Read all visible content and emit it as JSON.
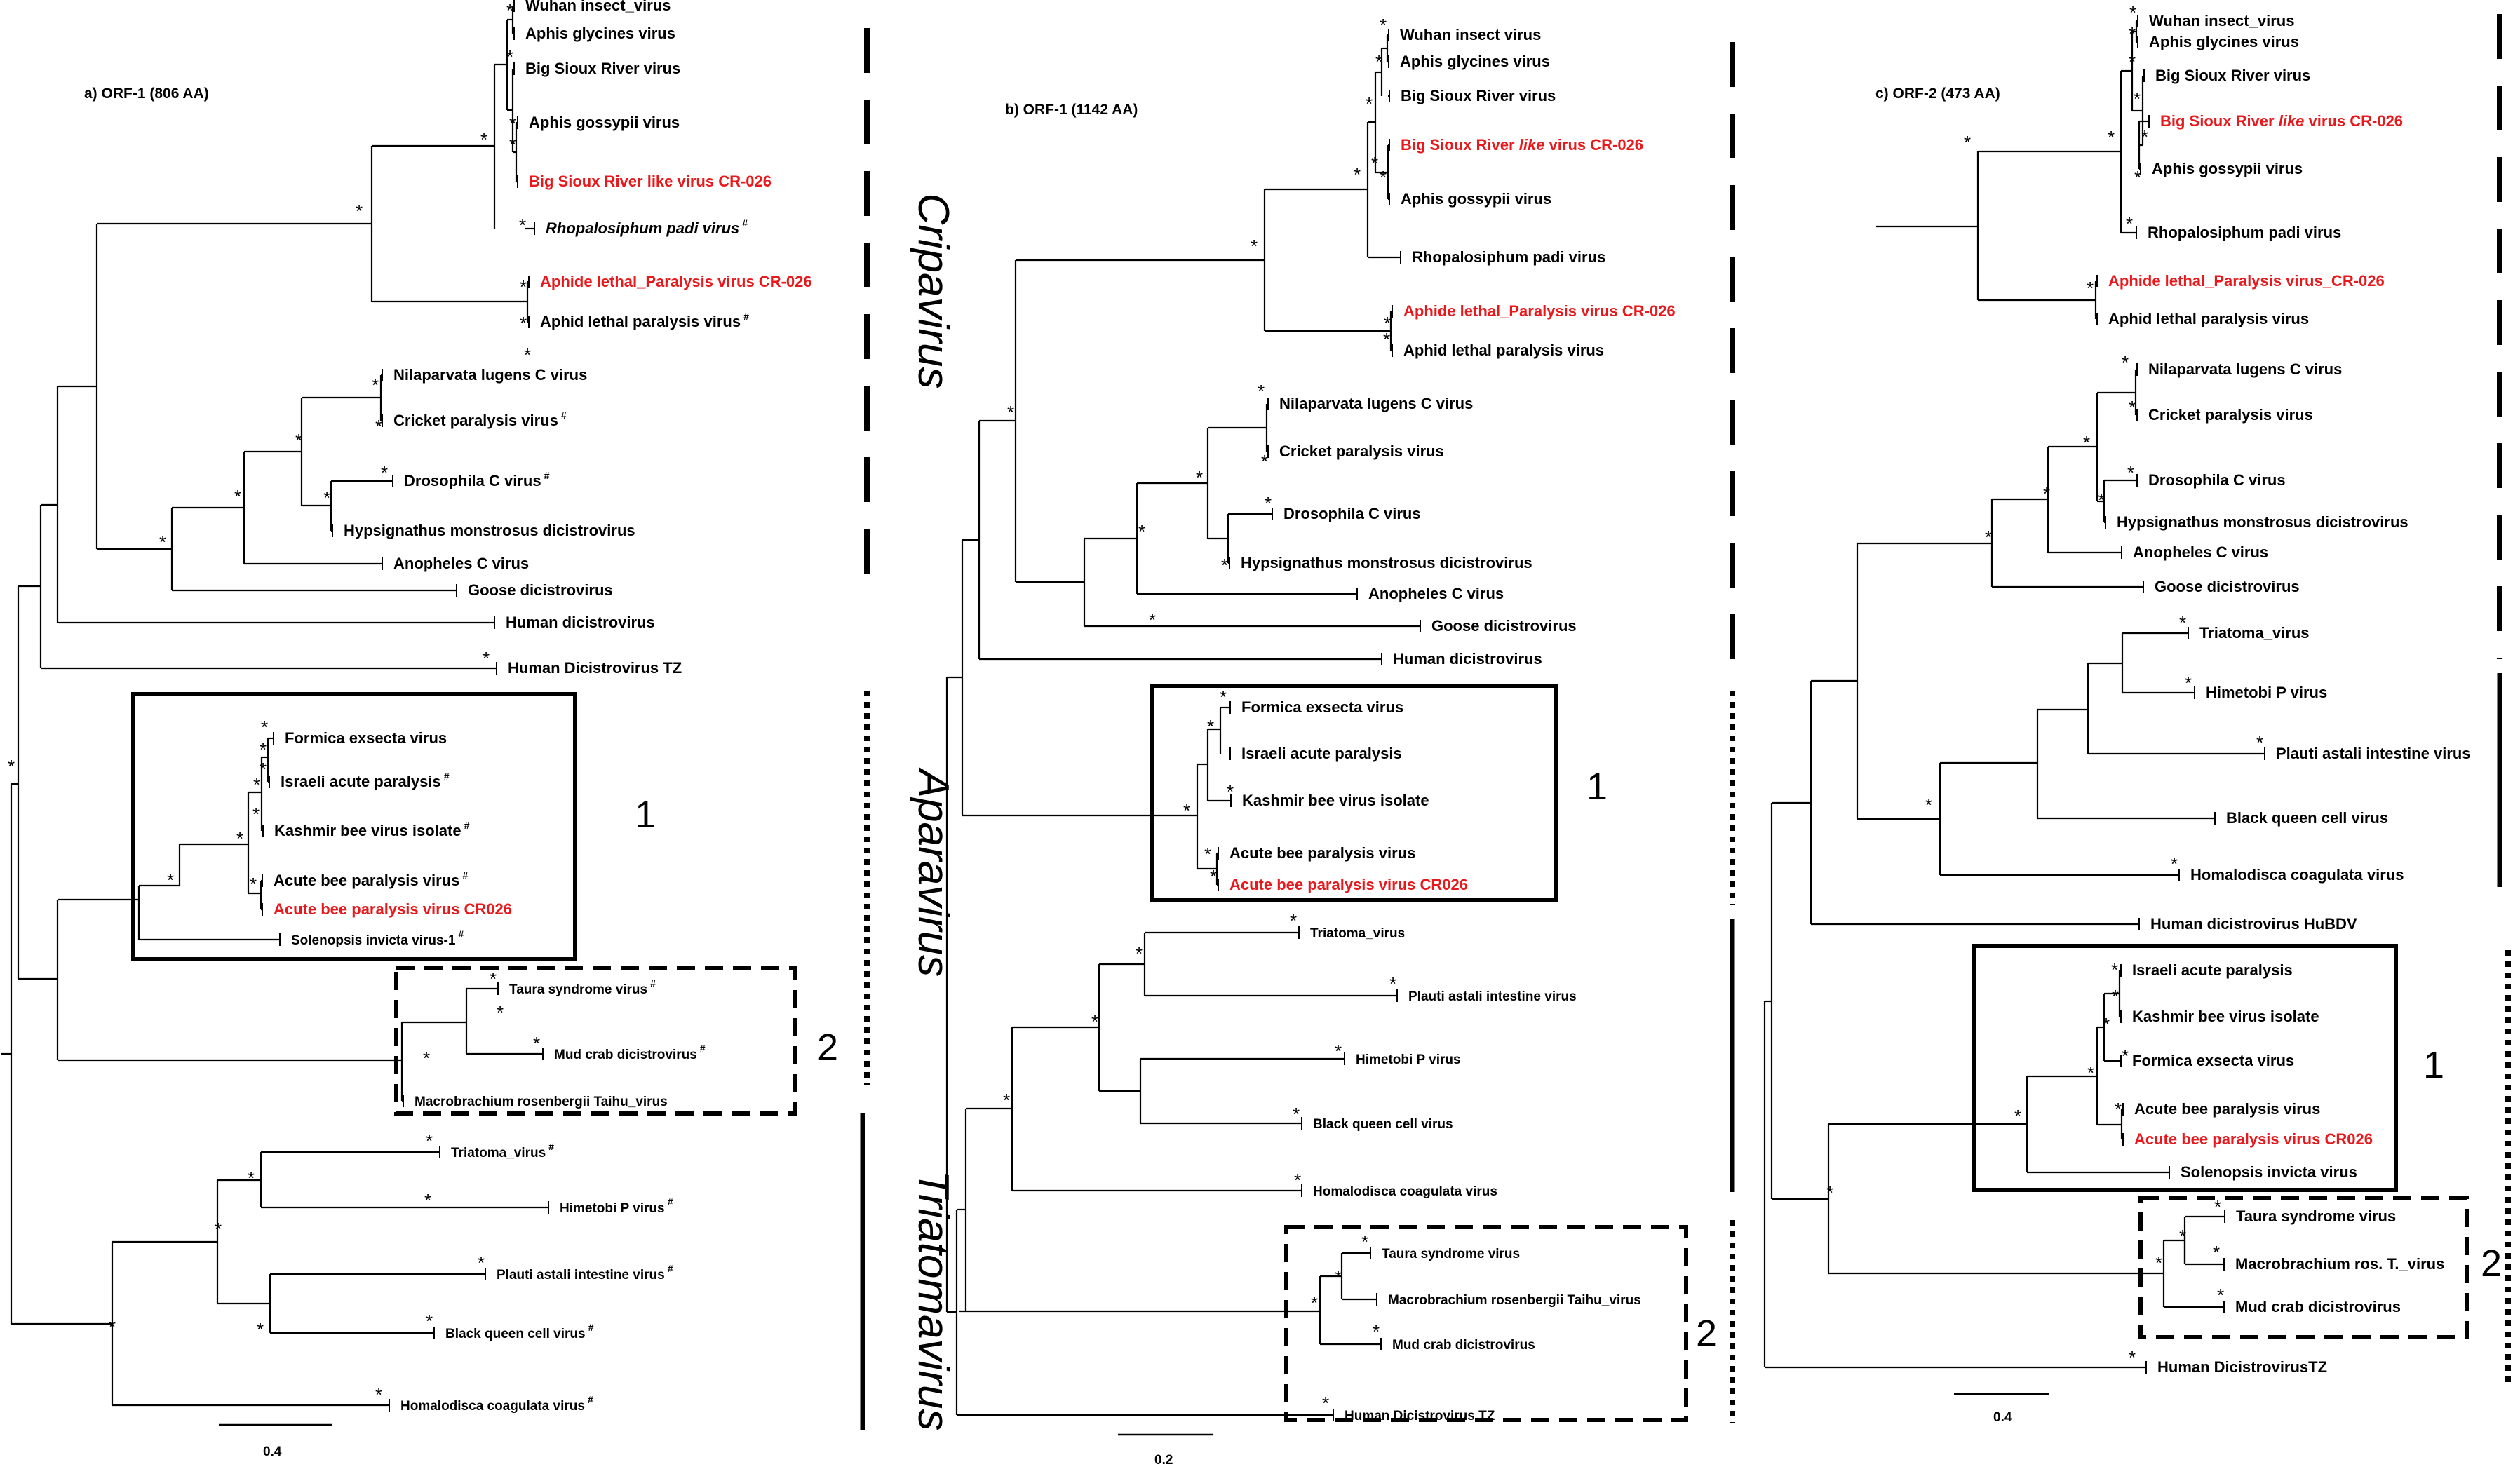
{
  "panels": [
    {
      "id": "a",
      "title": "a) ORF-1 (806 AA)",
      "scale": "0.4",
      "cluster1": "1",
      "cluster2": "2",
      "taxa": [
        {
          "name": "Wuhan insect_virus",
          "red": false
        },
        {
          "name": "Aphis glycines virus",
          "red": false
        },
        {
          "name": "Big Sioux River virus",
          "red": false
        },
        {
          "name": "Aphis gossypii virus",
          "red": false
        },
        {
          "name": "Big Sioux River like virus CR-026",
          "red": true
        },
        {
          "name": "Rhopalosiphum padi virus",
          "red": false,
          "italic": true,
          "hash": true
        },
        {
          "name": "Aphide lethal_Paralysis virus CR-026",
          "red": true
        },
        {
          "name": "Aphid lethal paralysis virus",
          "red": false,
          "hash": true
        },
        {
          "name": "Nilaparvata lugens C virus",
          "red": false
        },
        {
          "name": "Cricket paralysis virus",
          "red": false,
          "hash": true
        },
        {
          "name": "Drosophila C virus",
          "red": false,
          "hash": true
        },
        {
          "name": "Hypsignathus monstrosus dicistrovirus",
          "red": false
        },
        {
          "name": "Anopheles C virus",
          "red": false
        },
        {
          "name": "Goose dicistrovirus",
          "red": false
        },
        {
          "name": "Human dicistrovirus",
          "red": false
        },
        {
          "name": "Human Dicistrovirus TZ",
          "red": false
        },
        {
          "name": "Formica exsecta virus",
          "red": false
        },
        {
          "name": "Israeli acute paralysis",
          "red": false,
          "hash": true
        },
        {
          "name": "Kashmir bee virus isolate",
          "red": false,
          "hash": true
        },
        {
          "name": "Acute bee paralysis virus",
          "red": false,
          "hash": true
        },
        {
          "name": "Acute bee paralysis virus CR026",
          "red": true
        },
        {
          "name": "Solenopsis invicta virus-1",
          "red": false,
          "hash": true,
          "small": true
        },
        {
          "name": "Taura syndrome virus",
          "red": false,
          "hash": true,
          "small": true
        },
        {
          "name": "Mud crab dicistrovirus",
          "red": false,
          "hash": true,
          "small": true
        },
        {
          "name": "Macrobrachium rosenbergii Taihu_virus",
          "red": false,
          "small": true
        },
        {
          "name": "Triatoma_virus",
          "red": false,
          "hash": true,
          "small": true
        },
        {
          "name": "Himetobi P virus",
          "red": false,
          "hash": true,
          "small": true
        },
        {
          "name": "Plauti astali intestine virus",
          "red": false,
          "hash": true,
          "small": true
        },
        {
          "name": "Black queen cell virus",
          "red": false,
          "hash": true,
          "small": true
        },
        {
          "name": "Homalodisca coagulata virus",
          "red": false,
          "hash": true,
          "small": true
        }
      ]
    },
    {
      "id": "b",
      "title": "b) ORF-1 (1142 AA)",
      "scale": "0.2",
      "cluster1": "1",
      "cluster2": "2",
      "taxa": [
        {
          "name": "Wuhan insect virus",
          "red": false
        },
        {
          "name": "Aphis glycines virus",
          "red": false
        },
        {
          "name": "Big Sioux River virus",
          "red": false
        },
        {
          "name": "Big Sioux River like virus CR-026",
          "red": true,
          "italicPart": "like"
        },
        {
          "name": "Aphis gossypii virus",
          "red": false
        },
        {
          "name": "Rhopalosiphum padi virus",
          "red": false
        },
        {
          "name": "Aphide lethal_Paralysis virus CR-026",
          "red": true
        },
        {
          "name": "Aphid lethal paralysis virus",
          "red": false
        },
        {
          "name": "Nilaparvata lugens C virus",
          "red": false
        },
        {
          "name": "Cricket paralysis virus",
          "red": false
        },
        {
          "name": "Drosophila C virus",
          "red": false
        },
        {
          "name": "Hypsignathus monstrosus dicistrovirus",
          "red": false
        },
        {
          "name": "Anopheles C virus",
          "red": false
        },
        {
          "name": "Goose dicistrovirus",
          "red": false
        },
        {
          "name": "Human dicistrovirus",
          "red": false
        },
        {
          "name": "Formica exsecta virus",
          "red": false
        },
        {
          "name": "Israeli acute paralysis",
          "red": false
        },
        {
          "name": "Kashmir bee virus isolate",
          "red": false
        },
        {
          "name": "Acute bee paralysis virus",
          "red": false
        },
        {
          "name": "Acute bee paralysis virus CR026",
          "red": true
        },
        {
          "name": "Triatoma_virus",
          "red": false,
          "small": true
        },
        {
          "name": "Plauti astali intestine virus",
          "red": false,
          "small": true
        },
        {
          "name": "Himetobi P virus",
          "red": false,
          "small": true
        },
        {
          "name": "Black queen cell virus",
          "red": false,
          "small": true
        },
        {
          "name": "Homalodisca coagulata virus",
          "red": false,
          "small": true
        },
        {
          "name": "Taura syndrome virus",
          "red": false,
          "small": true
        },
        {
          "name": "Macrobrachium rosenbergii Taihu_virus",
          "red": false,
          "small": true
        },
        {
          "name": "Mud crab dicistrovirus",
          "red": false,
          "small": true
        },
        {
          "name": "Human Dicistrovirus TZ",
          "red": false,
          "small": true
        }
      ]
    },
    {
      "id": "c",
      "title": "c) ORF-2 (473 AA)",
      "scale": "0.4",
      "cluster1": "1",
      "cluster2": "2",
      "taxa": [
        {
          "name": "Wuhan insect_virus",
          "red": false
        },
        {
          "name": "Aphis glycines virus",
          "red": false
        },
        {
          "name": "Big Sioux River virus",
          "red": false
        },
        {
          "name": "Big Sioux River like virus CR-026",
          "red": true,
          "italicPart": "like"
        },
        {
          "name": "Aphis gossypii virus",
          "red": false
        },
        {
          "name": "Rhopalosiphum padi virus",
          "red": false
        },
        {
          "name": "Aphide lethal_Paralysis virus_CR-026",
          "red": true
        },
        {
          "name": "Aphid lethal paralysis virus",
          "red": false
        },
        {
          "name": "Nilaparvata lugens C virus",
          "red": false
        },
        {
          "name": "Cricket paralysis virus",
          "red": false
        },
        {
          "name": "Drosophila C virus",
          "red": false
        },
        {
          "name": "Hypsignathus monstrosus dicistrovirus",
          "red": false
        },
        {
          "name": "Anopheles C virus",
          "red": false
        },
        {
          "name": "Goose dicistrovirus",
          "red": false
        },
        {
          "name": "Triatoma_virus",
          "red": false
        },
        {
          "name": "Himetobi P virus",
          "red": false
        },
        {
          "name": "Plauti astali intestine virus",
          "red": false
        },
        {
          "name": "Black queen cell virus",
          "red": false
        },
        {
          "name": "Homalodisca coagulata virus",
          "red": false
        },
        {
          "name": "Human dicistrovirus HuBDV",
          "red": false
        },
        {
          "name": "Israeli acute paralysis",
          "red": false
        },
        {
          "name": "Kashmir bee virus isolate",
          "red": false
        },
        {
          "name": "Formica exsecta virus",
          "red": false
        },
        {
          "name": "Acute bee paralysis virus",
          "red": false
        },
        {
          "name": "Acute bee paralysis virus CR026",
          "red": true
        },
        {
          "name": "Solenopsis invicta virus",
          "red": false
        },
        {
          "name": "Taura syndrome virus",
          "red": false
        },
        {
          "name": "Macrobrachium ros. T._virus",
          "red": false
        },
        {
          "name": "Mud crab dicistrovirus",
          "red": false
        },
        {
          "name": "Human DicistrovirusTZ",
          "red": false
        }
      ]
    }
  ],
  "genera": [
    "Cripavirus",
    "Aparavirus",
    "Triatomavirus"
  ],
  "support_mark": "*",
  "hash_mark": "#",
  "colors": {
    "highlight": "#e8191c",
    "line": "#000000",
    "text": "#000000"
  }
}
